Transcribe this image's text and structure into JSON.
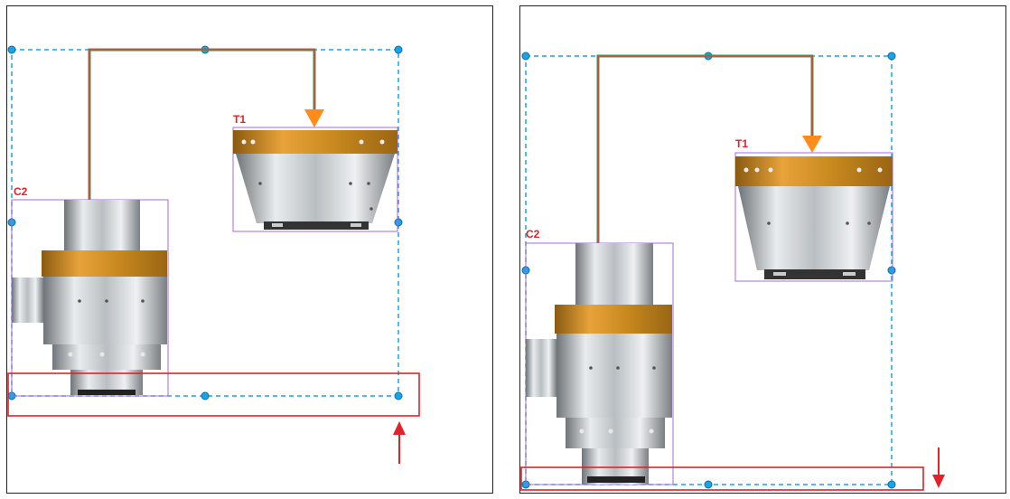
{
  "colors": {
    "selection": "#1aa3e8",
    "component_box": "#a66bd8",
    "highlight": "#e0222a",
    "pipe_red": "#d9473a",
    "pipe_green": "#3b9a52",
    "flow_arrow": "#ff8c1a",
    "band_gold": "#c98a1f"
  },
  "panels": [
    {
      "id": "left",
      "labels": {
        "tank": "T1",
        "column": "C2"
      },
      "indicator_arrow": "up-arrow"
    },
    {
      "id": "right",
      "labels": {
        "tank": "T1",
        "column": "C2"
      },
      "indicator_arrow": "down-arrow"
    }
  ]
}
